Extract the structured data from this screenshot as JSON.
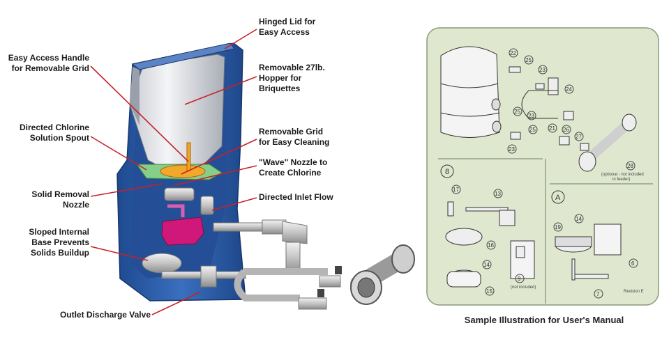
{
  "cutaway": {
    "labels": {
      "hinged_lid": [
        "Hinged Lid for",
        "Easy Access"
      ],
      "handle": [
        "Easy Access Handle",
        "for Removable Grid"
      ],
      "hopper": [
        "Removable 27lb.",
        "Hopper for",
        "Briquettes"
      ],
      "spout": [
        "Directed Chlorine",
        "Solution Spout"
      ],
      "grid": [
        "Removable Grid",
        "for Easy Cleaning"
      ],
      "wave": [
        "\"Wave\" Nozzle to",
        "Create Chlorine"
      ],
      "solid_nozzle": [
        "Solid Removal",
        "Nozzle"
      ],
      "inlet": [
        "Directed Inlet Flow"
      ],
      "base": [
        "Sloped Internal",
        "Base Prevents",
        "Solids Buildup"
      ],
      "outlet": [
        "Outlet Discharge Valve"
      ]
    }
  },
  "manual": {
    "caption": "Sample Illustration for User's Manual",
    "section_8": "8",
    "section_a": "A",
    "numbers": [
      "22",
      "25",
      "23",
      "24",
      "25",
      "23",
      "21",
      "26",
      "27",
      "25",
      "23",
      "28",
      "17",
      "13",
      "16",
      "14",
      "9",
      "15",
      "19",
      "14",
      "6",
      "7"
    ],
    "notes": {
      "optional": [
        "(optional - not included",
        "in feeder)"
      ],
      "not_included": "(not included)",
      "revision": "Revision E"
    }
  },
  "colors": {
    "body_blue": "#2d5fa8",
    "leader_red": "#c8202a",
    "panel_green": "#dfe8cf"
  }
}
